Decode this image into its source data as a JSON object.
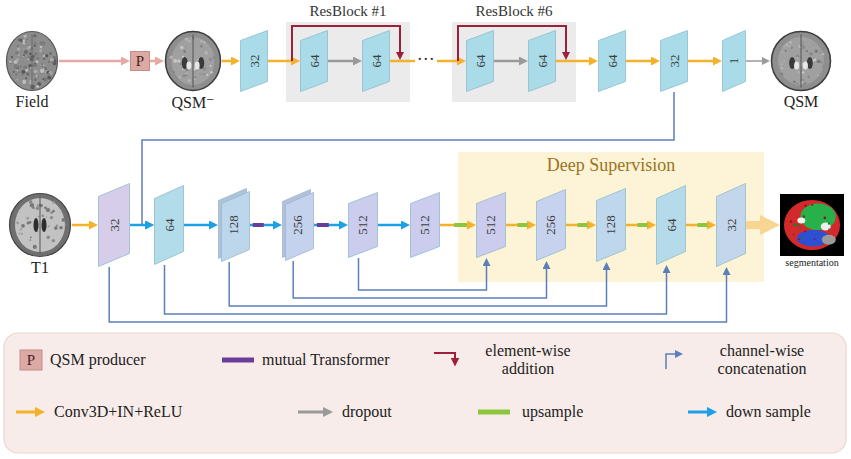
{
  "diagram": {
    "nodes": [
      {
        "text": [
          "Field"
        ]
      },
      {
        "text": [
          "P"
        ]
      },
      {
        "text": [
          "QSM⁻"
        ]
      },
      {
        "text": [
          "32"
        ]
      },
      {
        "text": [
          "ResBlock #1"
        ]
      },
      {
        "text": [
          "64"
        ],
        "in": 4
      },
      {
        "text": [
          "64"
        ],
        "in": 4
      },
      {
        "text": [
          "ResBlock #6"
        ]
      },
      {
        "text": [
          "64"
        ],
        "in": 7
      },
      {
        "text": [
          "64"
        ],
        "in": 7
      },
      {
        "text": [
          "64"
        ]
      },
      {
        "text": [
          "32"
        ]
      },
      {
        "text": [
          "1"
        ]
      },
      {
        "text": [
          "QSM"
        ]
      },
      {
        "text": [
          "T1"
        ]
      },
      {
        "text": [
          "32"
        ]
      },
      {
        "text": [
          "64"
        ]
      },
      {
        "text": [
          "128"
        ]
      },
      {
        "text": [
          "256"
        ]
      },
      {
        "text": [
          "512"
        ]
      },
      {
        "text": [
          "512"
        ]
      },
      {
        "text": [
          "Deep Supervision"
        ]
      },
      {
        "text": [
          "512"
        ],
        "in": 21
      },
      {
        "text": [
          "256"
        ],
        "in": 21
      },
      {
        "text": [
          "128"
        ],
        "in": 21
      },
      {
        "text": [
          "64"
        ],
        "in": 21
      },
      {
        "text": [
          "32"
        ],
        "in": 21
      },
      {
        "text": [
          "segmentation"
        ]
      }
    ],
    "edges": [
      {
        "from": 0,
        "to": 1,
        "arrow": "to"
      },
      {
        "from": 1,
        "to": 2,
        "arrow": "to"
      },
      {
        "from": 2,
        "to": 3,
        "arrow": "to"
      },
      {
        "from": 3,
        "to": 5,
        "arrow": "to"
      },
      {
        "from": 5,
        "to": 6,
        "arrow": "to"
      },
      {
        "from": 6,
        "to": 8,
        "label": "···",
        "arrow": "to"
      },
      {
        "from": 8,
        "to": 9,
        "arrow": "to"
      },
      {
        "from": 9,
        "to": 10,
        "arrow": "to"
      },
      {
        "from": 10,
        "to": 11,
        "arrow": "to"
      },
      {
        "from": 11,
        "to": 12,
        "arrow": "to"
      },
      {
        "from": 12,
        "to": 13,
        "arrow": "to"
      },
      {
        "from": 11,
        "to": 16,
        "arrow": "to"
      },
      {
        "from": 14,
        "to": 15,
        "arrow": "to"
      },
      {
        "from": 15,
        "to": 16,
        "arrow": "to"
      },
      {
        "from": 16,
        "to": 17,
        "arrow": "to"
      },
      {
        "from": 17,
        "to": 18,
        "arrow": "to"
      },
      {
        "from": 18,
        "to": 19,
        "arrow": "to"
      },
      {
        "from": 19,
        "to": 20,
        "arrow": "to"
      },
      {
        "from": 20,
        "to": 22,
        "arrow": "to"
      },
      {
        "from": 22,
        "to": 23,
        "arrow": "to"
      },
      {
        "from": 23,
        "to": 24,
        "arrow": "to"
      },
      {
        "from": 24,
        "to": 25,
        "arrow": "to"
      },
      {
        "from": 25,
        "to": 26,
        "arrow": "to"
      },
      {
        "from": 26,
        "to": 27,
        "arrow": "to"
      },
      {
        "from": 15,
        "to": 26,
        "arrow": "to"
      },
      {
        "from": 16,
        "to": 25,
        "arrow": "to"
      },
      {
        "from": 17,
        "to": 24,
        "arrow": "to"
      },
      {
        "from": 18,
        "to": 23,
        "arrow": "to"
      },
      {
        "from": 19,
        "to": 22,
        "arrow": "to"
      }
    ],
    "labels": [
      "P"
    ],
    "legend": [
      {
        "text": "QSM producer"
      },
      {
        "text": "mutual Transformer"
      },
      {
        "text": "element-wise addition"
      },
      {
        "text": "channel-wise concatenation"
      },
      {
        "text": "Conv3D+IN+ReLU"
      },
      {
        "text": "dropout"
      },
      {
        "text": "upsample"
      },
      {
        "text": "down sample"
      }
    ]
  }
}
